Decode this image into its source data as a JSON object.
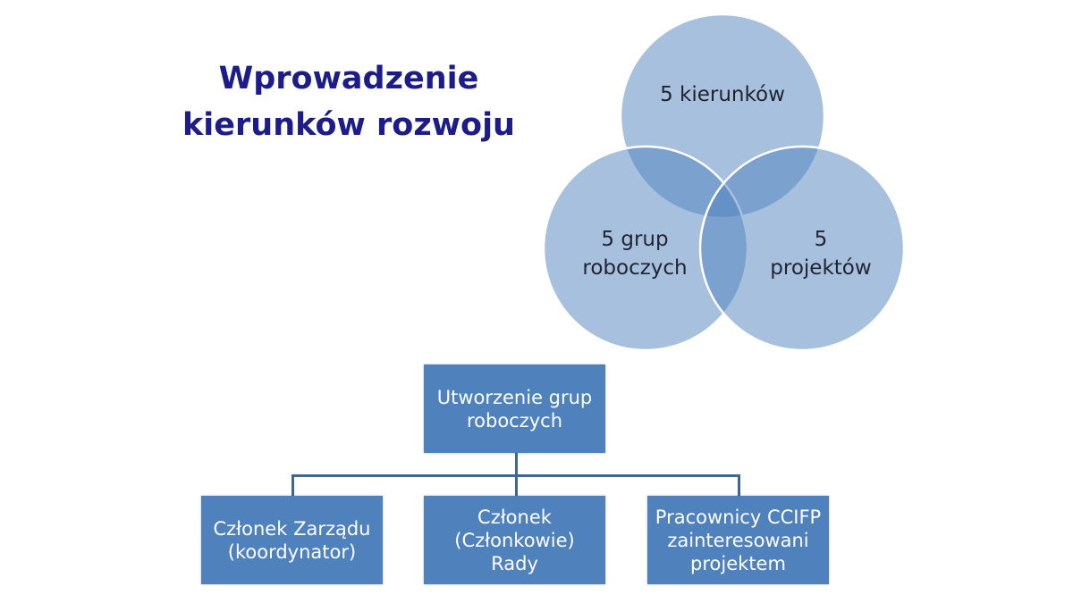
{
  "title": {
    "line1": "Wprowadzenie",
    "line2": "kierunków rozwoju"
  },
  "venn": {
    "top": "5 kierunków",
    "left_line1": "5 grup",
    "left_line2": "roboczych",
    "right_line1": "5",
    "right_line2": "projektów",
    "fill_color": "#4f81bd"
  },
  "org": {
    "root": {
      "line1": "Utworzenie grup",
      "line2": "roboczych"
    },
    "children": [
      {
        "line1": "Członek Zarządu",
        "line2": "(koordynator)"
      },
      {
        "line1": "Członek",
        "line2": "(Członkowie)",
        "line3": "Rady"
      },
      {
        "line1": "Pracownicy CCIFP",
        "line2": "zainteresowani",
        "line3": "projektem"
      }
    ],
    "box_color": "#4f81bd"
  }
}
